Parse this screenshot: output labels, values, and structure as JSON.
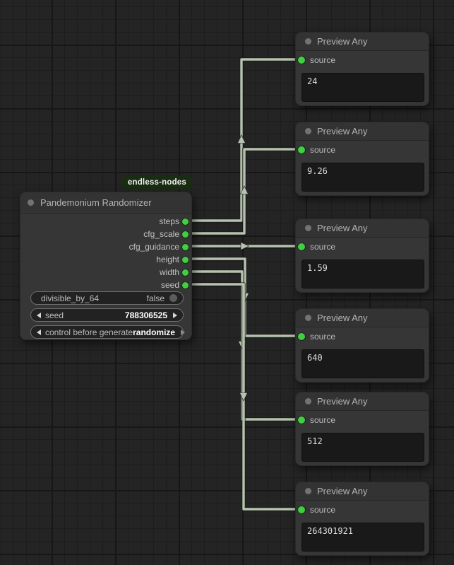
{
  "badge": {
    "label": "endless-nodes"
  },
  "randomizer": {
    "title": "Pandemonium Randomizer",
    "outputs": [
      "steps",
      "cfg_scale",
      "cfg_guidance",
      "height",
      "width",
      "seed"
    ],
    "widgets": {
      "divisible": {
        "label": "divisible_by_64",
        "value": "false"
      },
      "seed": {
        "label": "seed",
        "value": "788306525"
      },
      "control": {
        "label": "control before generate",
        "value": "randomize"
      }
    }
  },
  "previews": [
    {
      "title": "Preview Any",
      "input": "source",
      "value": "24"
    },
    {
      "title": "Preview Any",
      "input": "source",
      "value": "9.26"
    },
    {
      "title": "Preview Any",
      "input": "source",
      "value": "1.59"
    },
    {
      "title": "Preview Any",
      "input": "source",
      "value": "640"
    },
    {
      "title": "Preview Any",
      "input": "source",
      "value": "512"
    },
    {
      "title": "Preview Any",
      "input": "source",
      "value": "264301921"
    }
  ],
  "colors": {
    "slot_green": "#3fd03f",
    "wire": "#b6c3ae",
    "badge_bg": "#1a2c13",
    "node_bg": "#363636",
    "canvas_bg": "#242424"
  }
}
